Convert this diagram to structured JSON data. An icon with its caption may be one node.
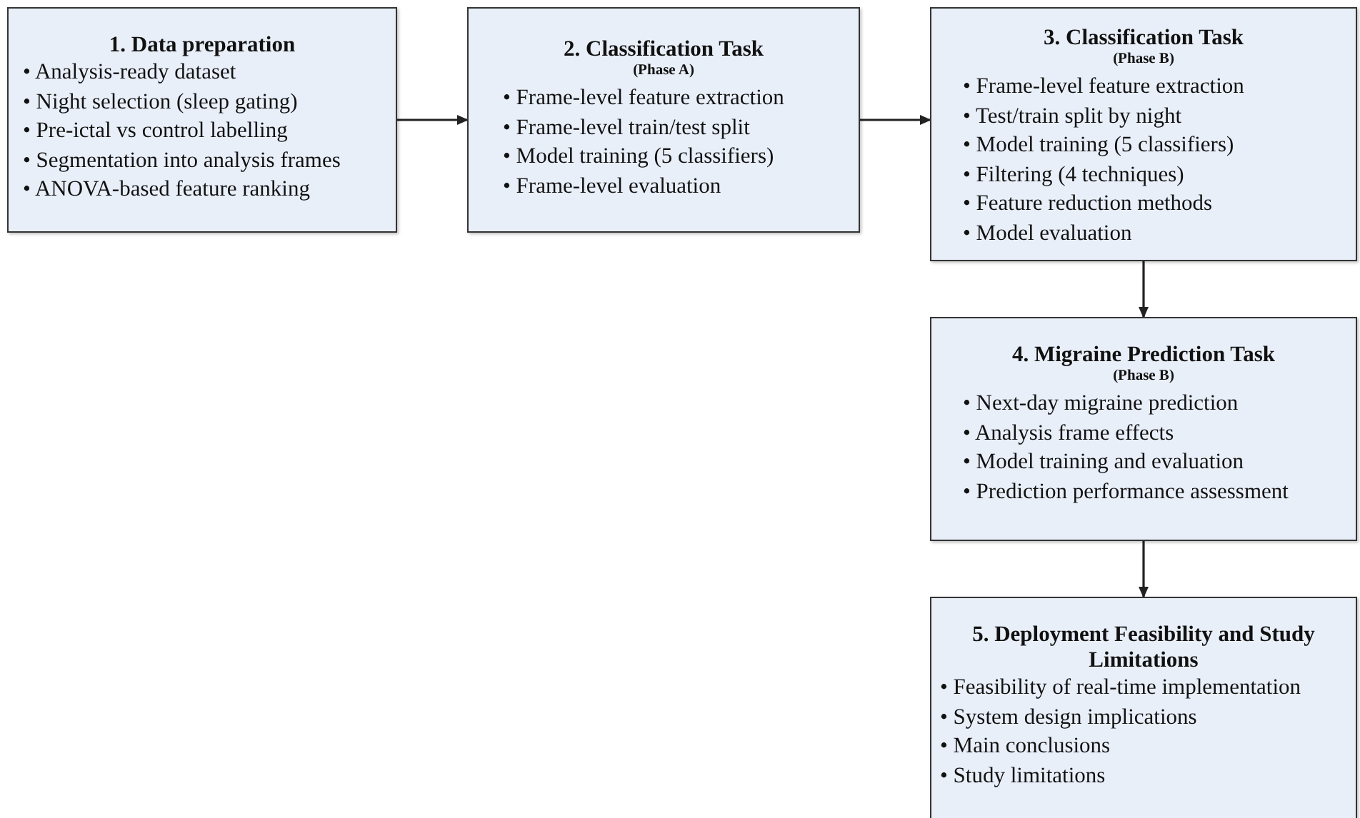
{
  "diagram": {
    "nodes": [
      {
        "text": [
          "1. Data preparation",
          "• Analysis-ready dataset",
          "• Night selection (sleep gating)",
          "• Pre-ictal vs control labelling",
          "• Segmentation into analysis frames",
          "• ANOVA-based feature ranking"
        ]
      },
      {
        "text": [
          "2. Classification Task",
          "(Phase A)",
          "• Frame-level feature extraction",
          "• Frame-level train/test split",
          "• Model training (5 classifiers)",
          "• Frame-level evaluation"
        ]
      },
      {
        "text": [
          "3. Classification Task",
          "(Phase B)",
          "• Frame-level feature extraction",
          "• Test/train split by night",
          "• Model training (5 classifiers)",
          "• Filtering (4 techniques)",
          "• Feature reduction methods",
          "• Model evaluation"
        ]
      },
      {
        "text": [
          "4. Migraine Prediction Task",
          "(Phase B)",
          "• Next-day migraine prediction",
          "• Analysis frame effects",
          "• Model training and evaluation",
          "• Prediction performance assessment"
        ]
      },
      {
        "text": [
          "5. Deployment Feasibility and Study Limitations",
          "• Feasibility of real-time implementation",
          "• System design implications",
          "• Main conclusions",
          "• Study limitations"
        ]
      }
    ],
    "edges": [
      {
        "from": 0,
        "to": 1,
        "arrow": "to"
      },
      {
        "from": 1,
        "to": 2,
        "arrow": "to"
      },
      {
        "from": 2,
        "to": 3,
        "arrow": "to"
      },
      {
        "from": 3,
        "to": 4,
        "arrow": "to"
      }
    ]
  }
}
